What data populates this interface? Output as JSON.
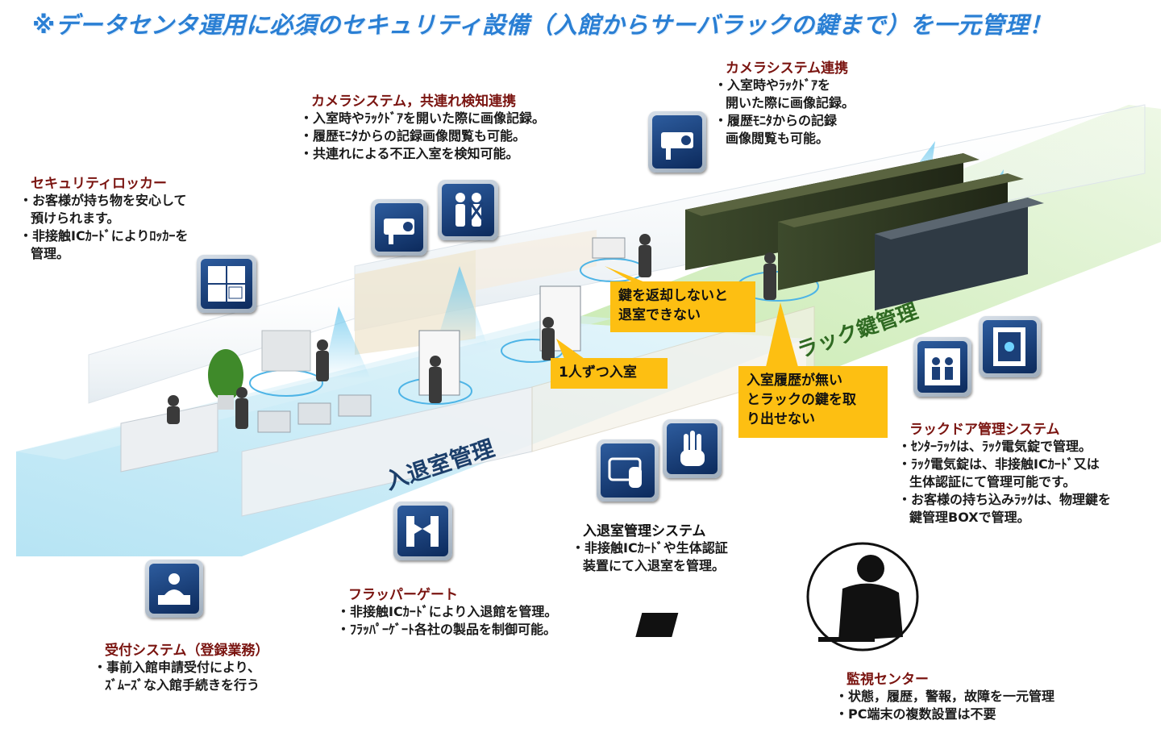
{
  "title": "※データセンタ運用に必須のセキュリティ設備（入館からサーバラックの鍵まで）を一元管理！",
  "sections": {
    "camera_tailgate": {
      "heading": "カメラシステム，共連れ検知連携",
      "lines": [
        "・入室時やﾗｯｸﾄﾞｱを開いた際に画像記録。",
        "・履歴ﾓﾆﾀからの記録画像閲覧も可能。",
        "・共連れによる不正入室を検知可能。"
      ]
    },
    "camera": {
      "heading": "カメラシステム連携",
      "lines": [
        "・入室時やﾗｯｸﾄﾞｱを",
        "開いた際に画像記録。",
        "・履歴ﾓﾆﾀからの記録",
        "画像閲覧も可能。"
      ]
    },
    "locker": {
      "heading": "セキュリティロッカー",
      "lines": [
        "・お客様が持ち物を安心して",
        "預けられます。",
        "・非接触ICｶｰﾄﾞによりﾛｯｶｰを",
        "管理。"
      ]
    },
    "rack_door": {
      "heading": "ラックドア管理システム",
      "lines": [
        "・ｾﾝﾀｰﾗｯｸは、ﾗｯｸ電気錠で管理。",
        "・ﾗｯｸ電気錠は、非接触ICｶｰﾄﾞ又は",
        "生体認証にて管理可能です。",
        "・お客様の持ち込みﾗｯｸは、物理鍵を",
        "鍵管理BOXで管理。"
      ]
    },
    "entry_system": {
      "heading": "入退室管理システム",
      "lines": [
        "・非接触ICｶｰﾄﾞや生体認証",
        "装置にて入退室を管理。"
      ]
    },
    "flapper": {
      "heading": "フラッパーゲート",
      "lines": [
        "・非接触ICｶｰﾄﾞにより入退館を管理。",
        "・ﾌﾗｯﾊﾟｰｹﾞｰﾄ各社の製品を制御可能。"
      ]
    },
    "reception": {
      "heading": "受付システム（登録業務）",
      "lines": [
        "・事前入館申請受付により、",
        "ｽﾞﾑｰｽﾞな入館手続きを行う"
      ]
    },
    "monitoring": {
      "heading": "監視センター",
      "lines": [
        "・状態，履歴，警報，故障を一元管理",
        "・PC端末の複数設置は不要"
      ]
    }
  },
  "callouts": {
    "key_return": [
      "鍵を返却しないと",
      "退室できない"
    ],
    "one_person": [
      "1人ずつ入室"
    ],
    "no_history": [
      "入室履歴が無い",
      "とラックの鍵を取",
      "り出せない"
    ]
  },
  "floor_labels": {
    "entry_exit": "入退室管理",
    "rack_key": "ラック鍵管理"
  },
  "colors": {
    "title": "#2a7fd4",
    "heading": "#7a1410",
    "callout": "#fdbf12",
    "icon_tile": "#1b3f78"
  },
  "icons": [
    "camera-icon",
    "tailgate-detect-icon",
    "locker-icon",
    "rack-access-icon",
    "safe-icon",
    "ic-card-icon",
    "hand-biometric-icon",
    "flapper-gate-icon",
    "reception-icon",
    "operator-icon"
  ]
}
